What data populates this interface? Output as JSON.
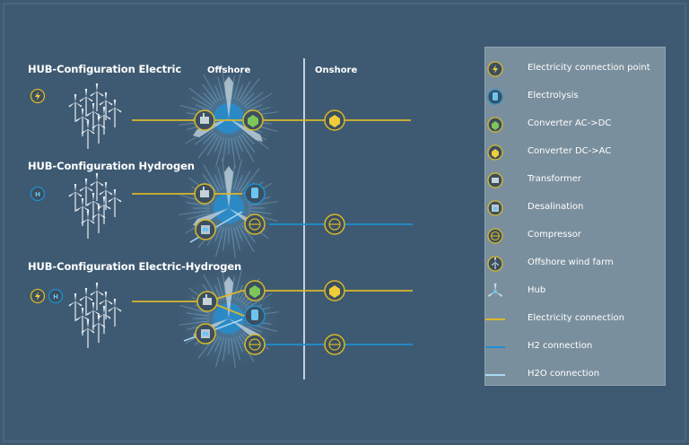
{
  "configs": [
    {
      "title": "HUB-Configuration Electric"
    },
    {
      "title": "HUB-Configuration Hydrogen"
    },
    {
      "title": "HUB-Configuration Electric-Hydrogen"
    }
  ],
  "columns": {
    "offshore": "Offshore",
    "onshore": "Onshore"
  },
  "legend": [
    {
      "icon": "electricity-connection-point-icon",
      "label": "Electricity connection point"
    },
    {
      "icon": "electrolysis-icon",
      "label": "Electrolysis"
    },
    {
      "icon": "converter-ac-dc-icon",
      "label": "Converter  AC->DC"
    },
    {
      "icon": "converter-dc-ac-icon",
      "label": "Converter  DC->AC"
    },
    {
      "icon": "transformer-icon",
      "label": "Transformer"
    },
    {
      "icon": "desalination-icon",
      "label": "Desalination"
    },
    {
      "icon": "compressor-icon",
      "label": "Compressor"
    },
    {
      "icon": "offshore-wind-farm-icon",
      "label": "Offshore wind farm"
    },
    {
      "icon": "hub-icon",
      "label": "Hub"
    },
    {
      "icon": "electricity-connection-line-icon",
      "label": "Electricity connection"
    },
    {
      "icon": "h2-connection-line-icon",
      "label": "H2 connection"
    },
    {
      "icon": "h2o-connection-line-icon",
      "label": "H2O connection"
    }
  ],
  "colors": {
    "background": "#3e5a72",
    "electricity": "#d9b82a",
    "h2": "#1f8fd0",
    "h2o": "#a9d8f2",
    "legend_bg": "#7a8f9d"
  }
}
